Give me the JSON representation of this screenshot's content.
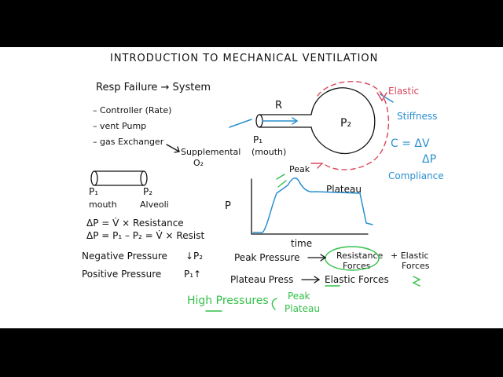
{
  "title": "INTRODUCTION TO MECHANICAL VENTILATION",
  "left": {
    "resp_failure": "Resp Failure → System",
    "items": [
      "– Controller (Rate)",
      "– vent Pump",
      "– gas Exchanger"
    ],
    "supplemental": "Supplemental",
    "o2": "O₂",
    "p1": "P₁",
    "p2": "P₂",
    "mouth": "mouth",
    "alveoli": "Alveoli",
    "eq1": "ΔP = V̇ × Resistance",
    "eq2": "ΔP = P₁ – P₂ = V̇ × Resist",
    "negative": "Negative Pressure",
    "negative_arrow": "↓P₂",
    "positive": "Positive Pressure",
    "positive_arrow": "P₁↑"
  },
  "lung": {
    "r_label": "R",
    "p1": "P₁",
    "mouth": "(mouth)",
    "p2": "P₂",
    "elastic": "Elastic",
    "stiffness": "Stiffness",
    "compliance_formula_top": "C = ΔV",
    "compliance_formula_bottom": "ΔP",
    "compliance": "Compliance"
  },
  "graph": {
    "p_axis": "P",
    "peak": "Peak",
    "plateau": "Plateau",
    "time": "time"
  },
  "bottom": {
    "peak_pressure": "Peak Pressure",
    "resistance_forces_1": "Resistance",
    "resistance_forces_2": "Forces",
    "plus_elastic_1": "+ Elastic",
    "plus_elastic_2": "Forces",
    "plateau_press": "Plateau Press",
    "elastic_forces": "Elastic Forces",
    "high_pressures": "High Pressures",
    "hp_peak": "Peak",
    "hp_plateau": "Plateau"
  },
  "colors": {
    "ink": "#111111",
    "red": "#d9475b",
    "blue": "#2a8fd0",
    "green": "#34c04a"
  }
}
